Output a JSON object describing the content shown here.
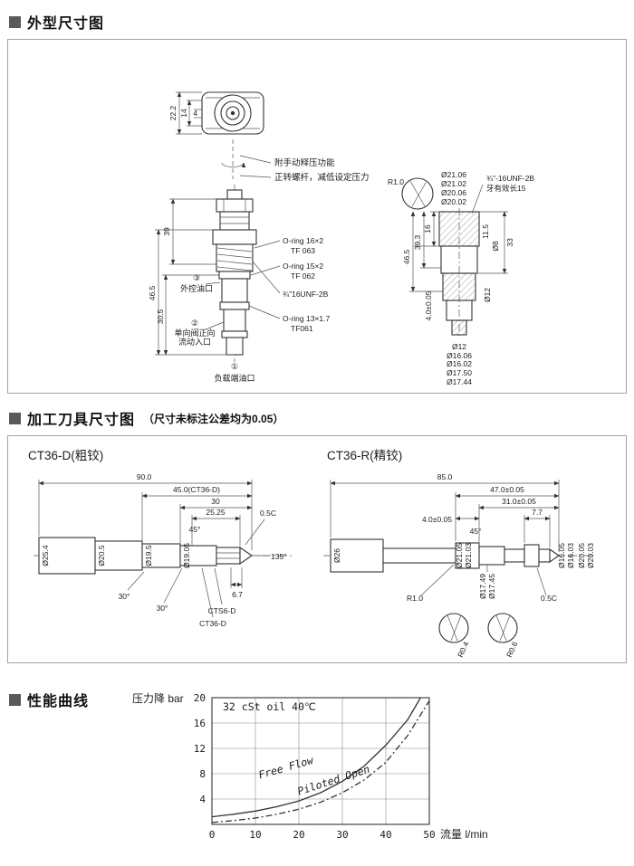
{
  "sections": {
    "outline": {
      "title": "外型尺寸图"
    },
    "tools": {
      "title": "加工刀具尺寸图",
      "subtitle": "（尺寸未标注公差均为0.05）"
    },
    "curve": {
      "title": "性能曲线"
    }
  },
  "outline": {
    "top_view": {
      "d1": "22.2",
      "d2": "14",
      "d3": "4"
    },
    "notes": {
      "n1": "附手动释压功能",
      "n2": "正转螺杆，减低设定压力"
    },
    "left_view": {
      "h39": "39",
      "h465": "46.5",
      "h305": "30.5",
      "p3num": "③",
      "p3": "外控油口",
      "p2num": "②",
      "p2a": "单向阀正向",
      "p2b": "流动入口",
      "p1num": "①",
      "p1": "负载端油口",
      "or1": "O-ring 16×2",
      "tf1": "TF 063",
      "or2": "O-ring 15×2",
      "tf2": "TF 062",
      "thread": "¾\"16UNF-2B",
      "or3": "O-ring 13×1.7",
      "tf3": "TF061"
    },
    "section_view": {
      "r": "R1.0",
      "da": "Ø21.06",
      "db": "Ø21.02",
      "dc": "Ø20.06",
      "dd": "Ø20.02",
      "thread": "¾\"-16UNF-2B",
      "tlen": "牙有效长15",
      "d16": "16",
      "d393": "39.3",
      "d465": "46.5",
      "d4": "4.0±0.05",
      "d115": "11.5",
      "d8": "Ø8",
      "d33": "33",
      "d12r": "Ø12",
      "d12b": "Ø12",
      "d1606": "Ø16.06",
      "d1602": "Ø16.02",
      "d1750": "Ø17.50",
      "d1744": "Ø17.44"
    }
  },
  "tools": {
    "ct36d": {
      "title": "CT36-D(粗铰)",
      "l90": "90.0",
      "l45": "45.0(CT36-D)",
      "l30": "30",
      "l2525": "25.25",
      "c05": "0.5C",
      "a45": "45°",
      "d254": "Ø25.4",
      "d205": "Ø20.5",
      "d195": "Ø19.5",
      "d1905": "Ø19.05",
      "a30a": "30°",
      "a30b": "30°",
      "a135": "135°",
      "v67": "6.7",
      "mark1": "CTS6-D",
      "mark2": "CT36-D"
    },
    "ct36r": {
      "title": "CT36-R(精铰)",
      "l85": "85.0",
      "l47": "47.0±0.05",
      "l31": "31.0±0.05",
      "l4": "4.0±0.05",
      "l77": "7.7",
      "d26": "Ø26",
      "d2105": "Ø21.05",
      "d2103": "Ø21.03",
      "a45": "45°",
      "d1749": "Ø17.49",
      "d1745": "Ø17.45",
      "d1605": "Ø16.05",
      "d1603": "Ø16.03",
      "d2005": "Ø20.05",
      "d2003": "Ø20.03",
      "r10": "R1.0",
      "c05": "0.5C",
      "r04": "R0.4",
      "r06": "R0.6"
    }
  },
  "chart_data": {
    "type": "line",
    "title": "性能曲线",
    "xlabel": "流量 l/min",
    "ylabel": "压力降 bar",
    "annotation": "32 cSt oil 40℃",
    "xlim": [
      0,
      50
    ],
    "ylim": [
      0,
      20
    ],
    "xticks": [
      0,
      10,
      20,
      30,
      40,
      50
    ],
    "yticks": [
      4,
      8,
      12,
      16,
      20
    ],
    "grid": true,
    "legend_position": "on-curve",
    "series": [
      {
        "name": "Free Flow",
        "style": "solid",
        "x": [
          0,
          5,
          10,
          15,
          20,
          25,
          30,
          35,
          40,
          45,
          48
        ],
        "y": [
          1.2,
          1.6,
          2.1,
          2.8,
          3.7,
          5.0,
          6.8,
          9.2,
          12.5,
          16.5,
          20.0
        ]
      },
      {
        "name": "Piloted Open",
        "style": "dashed",
        "x": [
          0,
          5,
          10,
          15,
          20,
          25,
          30,
          35,
          40,
          45,
          50
        ],
        "y": [
          0.3,
          0.6,
          1.0,
          1.6,
          2.4,
          3.5,
          5.0,
          7.0,
          9.8,
          14.0,
          19.5
        ]
      }
    ]
  }
}
